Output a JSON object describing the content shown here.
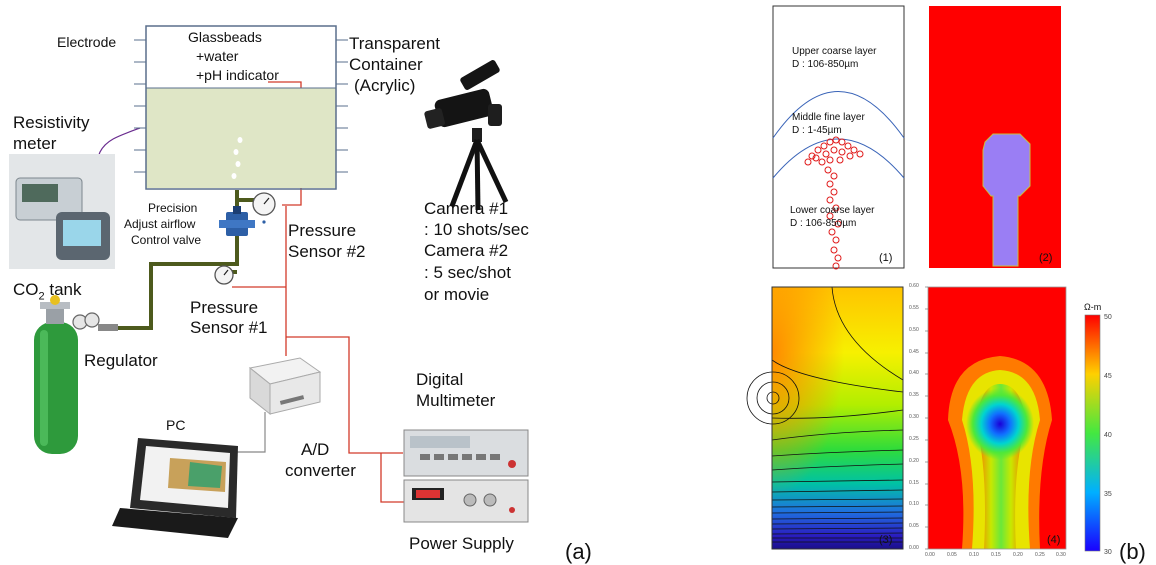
{
  "panel_a": {
    "tag": "(a)",
    "electrode": "Electrode",
    "container_contents": [
      "Glassbeads",
      "+water",
      "+pH indicator"
    ],
    "container_label": [
      "Transparent",
      "Container",
      "(Acrylic)"
    ],
    "resistivity_meter": [
      "Resistivity",
      "meter"
    ],
    "valve": [
      "Precision",
      "Adjust airflow",
      "Control valve"
    ],
    "co2_tank": {
      "prefix": "CO",
      "sub": "2",
      "suffix": " tank"
    },
    "regulator": "Regulator",
    "pressure_sensor_1": [
      "Pressure",
      "Sensor #1"
    ],
    "pressure_sensor_2": [
      "Pressure",
      "Sensor #2"
    ],
    "camera_info": [
      "Camera #1",
      ": 10 shots/sec",
      "Camera #2",
      ": 5 sec/shot",
      "or movie"
    ],
    "pc": "PC",
    "ad_converter": [
      "A/D",
      "converter"
    ],
    "multimeter": [
      "Digital",
      "Multimeter"
    ],
    "power_supply": "Power Supply"
  },
  "panel_b": {
    "tag": "(b)",
    "sub1": {
      "number": "(1)",
      "upper": [
        "Upper coarse layer",
        "D : 106-850µm"
      ],
      "middle": [
        "Middle fine layer",
        "D : 1-45µm"
      ],
      "lower": [
        "Lower coarse layer",
        "D : 106-850µm"
      ]
    },
    "sub2": {
      "number": "(2)"
    },
    "sub3": {
      "number": "(3)"
    },
    "sub4": {
      "number": "(4)",
      "unit": "Ω-m",
      "colorbar_ticks": [
        "50",
        "45",
        "40",
        "35",
        "30"
      ],
      "y_ticks": [
        "0.60",
        "0.55",
        "0.50",
        "0.45",
        "0.40",
        "0.35",
        "0.30",
        "0.25",
        "0.20",
        "0.15",
        "0.10",
        "0.05",
        "0.00"
      ],
      "x_ticks": [
        "0.00",
        "0.05",
        "0.10",
        "0.15",
        "0.20",
        "0.25",
        "0.30"
      ]
    }
  },
  "colors": {
    "pipe": "#4d5a1d",
    "wire": "#d23a2a",
    "liquid": "#dfe6c6",
    "tank": "#2e9a3c",
    "background_red": "#ff0000",
    "plume_violet": "#9a7ef4"
  }
}
